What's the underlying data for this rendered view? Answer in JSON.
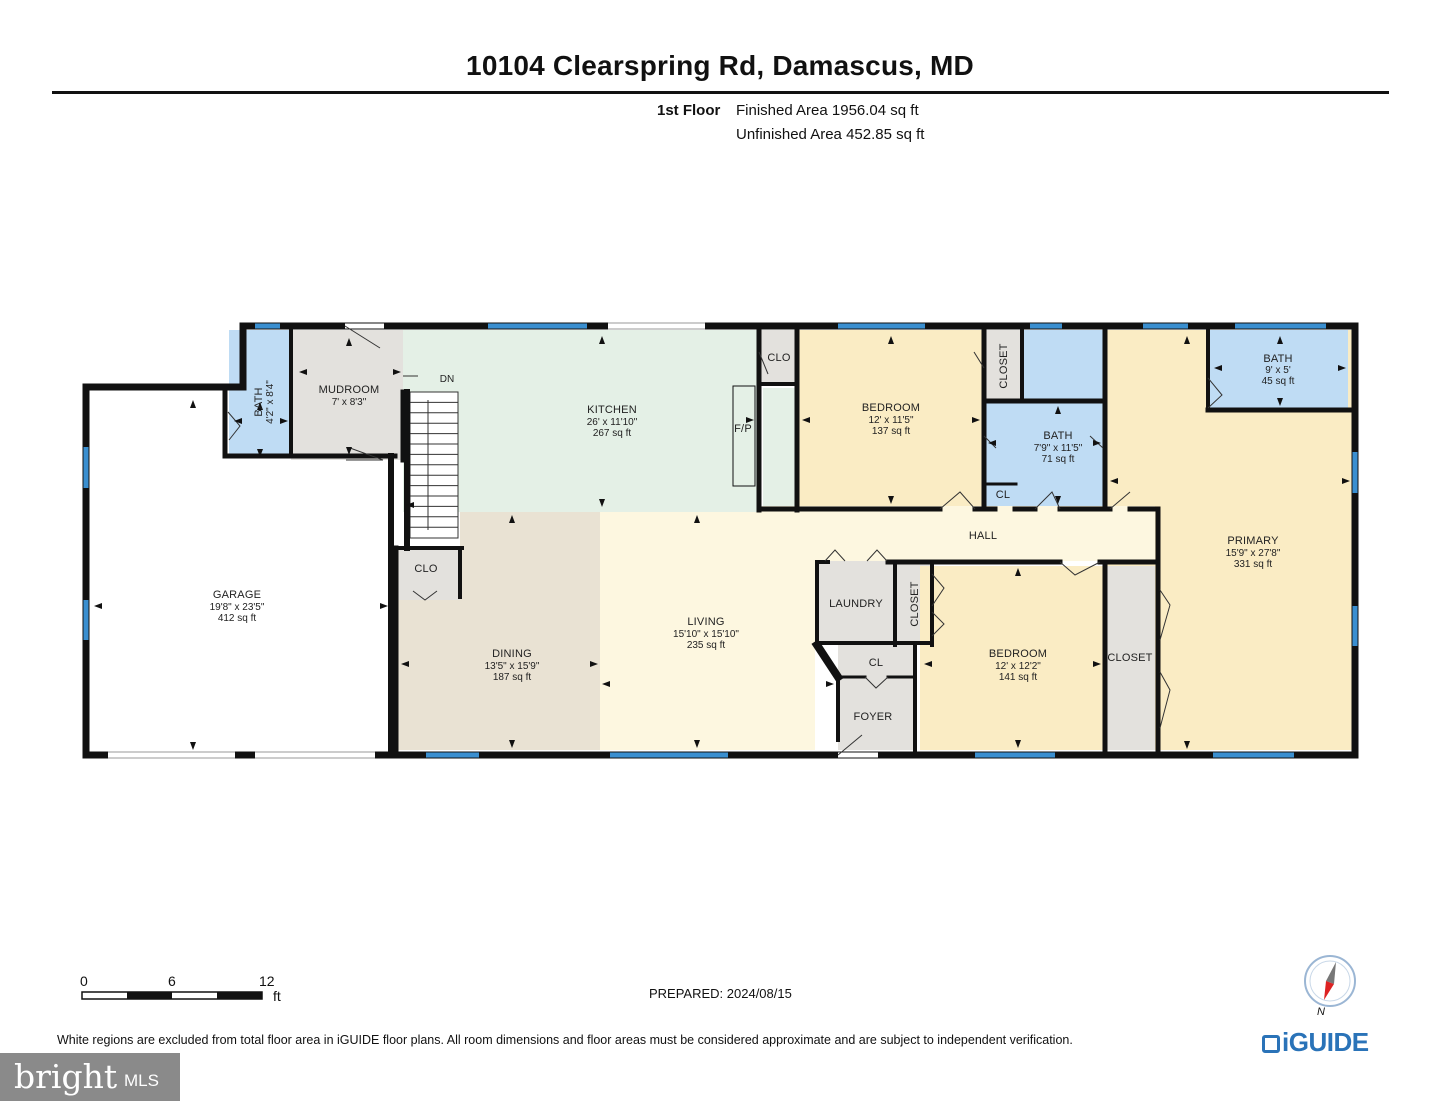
{
  "header": {
    "address": "10104 Clearspring Rd, Damascus, MD",
    "floor": "1st Floor",
    "finished_area": "Finished Area 1956.04 sq ft",
    "unfinished_area": "Unfinished Area 452.85 sq ft"
  },
  "rooms": {
    "garage": {
      "name": "GARAGE",
      "dims": "19'8\" x 23'5\"",
      "area": "412 sq ft"
    },
    "bath_small": {
      "name": "BATH",
      "dims": "4'2\" x 8'4\""
    },
    "mudroom": {
      "name": "MUDROOM",
      "dims": "7' x 8'3\""
    },
    "dn": "DN",
    "kitchen": {
      "name": "KITCHEN",
      "dims": "26' x 11'10\"",
      "area": "267 sq ft"
    },
    "clo_kitchen": "CLO",
    "fp": "F/P",
    "bedroom1": {
      "name": "BEDROOM",
      "dims": "12' x 11'5\"",
      "area": "137 sq ft"
    },
    "closet_b1": "CLOSET",
    "bath_mid": {
      "name": "BATH",
      "dims": "7'9\" x 11'5\"",
      "area": "71 sq ft"
    },
    "cl_hall": "CL",
    "bath_primary": {
      "name": "BATH",
      "dims": "9' x 5'",
      "area": "45 sq ft"
    },
    "hall": "HALL",
    "primary": {
      "name": "PRIMARY",
      "dims": "15'9\" x 27'8\"",
      "area": "331 sq ft"
    },
    "clo_stair": "CLO",
    "dining": {
      "name": "DINING",
      "dims": "13'5\" x 15'9\"",
      "area": "187 sq ft"
    },
    "living": {
      "name": "LIVING",
      "dims": "15'10\" x 15'10\"",
      "area": "235 sq ft"
    },
    "laundry": "LAUNDRY",
    "closet_laundry": "CLOSET",
    "cl_foyer": "CL",
    "foyer": "FOYER",
    "bedroom2": {
      "name": "BEDROOM",
      "dims": "12' x 12'2\"",
      "area": "141 sq ft"
    },
    "closet_primary": "CLOSET"
  },
  "scale": {
    "ticks": [
      "0",
      "6",
      "12"
    ],
    "unit": "ft"
  },
  "prepared": "PREPARED:  2024/08/15",
  "disclaimer": "White regions are excluded from total floor area in iGUIDE floor plans. All room dimensions and floor areas must be considered approximate and are subject to independent verification.",
  "compass": {
    "label": "N",
    "icon": "north-arrow-icon"
  },
  "brand": {
    "name": "iGUIDE",
    "color": "#2a73b8"
  },
  "watermark": {
    "word": "bright",
    "suffix": "MLS"
  },
  "colors": {
    "wall": "#111111",
    "window": "#3a8fd0",
    "bath": "#bfdcf4",
    "kitchen": "#e4f0e6",
    "bedroom": "#faecc4",
    "living": "#fdf7e0",
    "dining": "#e9e2d3",
    "utility": "#e3e1dd",
    "hall": "#fdf7e0"
  }
}
